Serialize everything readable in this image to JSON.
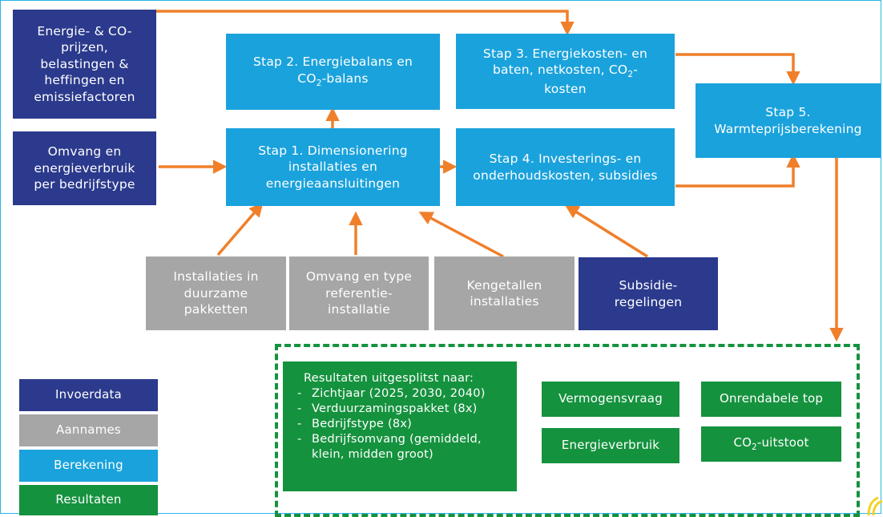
{
  "inputs": {
    "prices": "Energie- & CO-\nprijzen,\nbelastingen &\nheffingen en\nemissiefactoren",
    "size": "Omvang en\nenergieverbruik\nper bedrijfstype",
    "subsidies": "Subsidie-\nregelingen"
  },
  "assumptions": {
    "installations": "Installaties in\nduurzame\npakketten",
    "reference": "Omvang en type\nreferentie-\ninstallatie",
    "kengetallen": "Kengetallen\ninstallaties"
  },
  "steps": {
    "step1": "Stap 1. Dimensionering\ninstallaties en\nenergieaansluitingen",
    "step2_a": "Stap 2. Energiebalans en",
    "step2_b1": "CO",
    "step2_b_sub": "2",
    "step2_b2": "-balans",
    "step3_a": "Stap 3. Energiekosten- en",
    "step3_b1": "baten, netkosten, CO",
    "step3_b_sub": "2",
    "step3_b2": "-",
    "step3_c": "kosten",
    "step4": "Stap 4. Investerings- en\nonderhoudskosten, subsidies",
    "step5": "Stap 5.\nWarmteprijsberekening"
  },
  "results": {
    "heading": "Resultaten uitgesplitst naar:",
    "items": [
      "Zichtjaar (2025, 2030, 2040)",
      "Verduurzamingspakket (8x)",
      "Bedrijfstype (8x)",
      "Bedrijfsomvang (gemiddeld, klein, midden groot)"
    ],
    "vermogen": "Vermogensvraag",
    "onrendabel": "Onrendabele top",
    "energie": "Energieverbruik",
    "co2_a": "CO",
    "co2_sub": "2",
    "co2_b": "-uitstoot"
  },
  "legend": {
    "invoer": "Invoerdata",
    "aannames": "Aannames",
    "berekening": "Berekening",
    "resultaten": "Resultaten"
  },
  "colors": {
    "invoer": "#2b3a8c",
    "aannames": "#a6a6a6",
    "berekening": "#1aa2dc",
    "resultaten": "#15923e",
    "arrow": "#f07f2a"
  }
}
